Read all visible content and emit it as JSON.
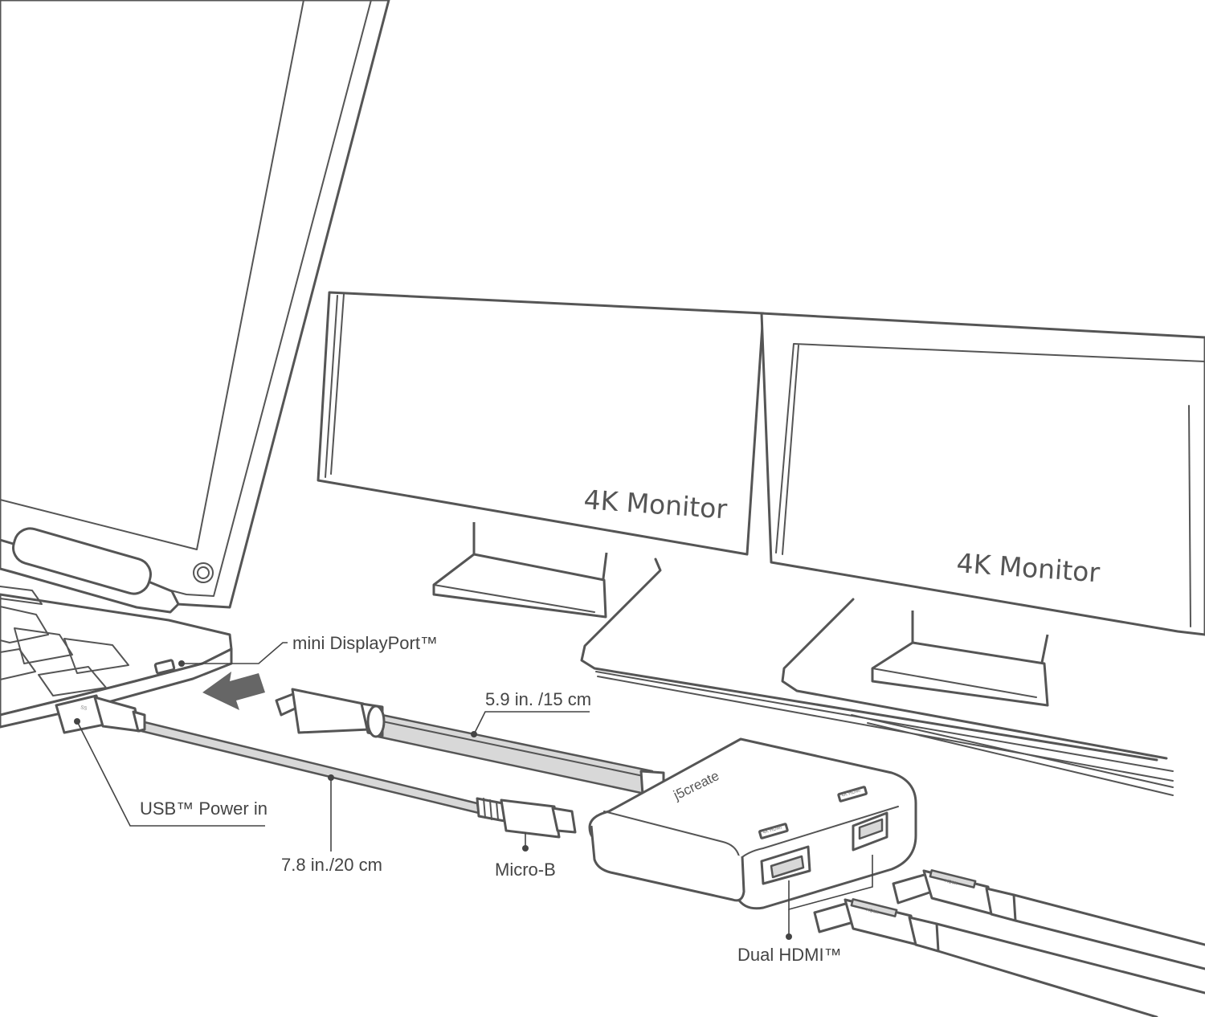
{
  "monitors": [
    {
      "label": "4K Monitor"
    },
    {
      "label": "4K Monitor"
    }
  ],
  "callouts": {
    "mini_displayport": "mini DisplayPort™",
    "usb_power_in": "USB™ Power in",
    "cable_short": "5.9 in. /15 cm",
    "cable_long": "7.8 in./20 cm",
    "micro_b": "Micro-B",
    "dual_hdmi": "Dual HDMI™"
  },
  "adapter": {
    "brand": "j5create",
    "port_tag": "4K HDMI"
  },
  "cable_tag": "HDMI",
  "usb_tag": "SS"
}
